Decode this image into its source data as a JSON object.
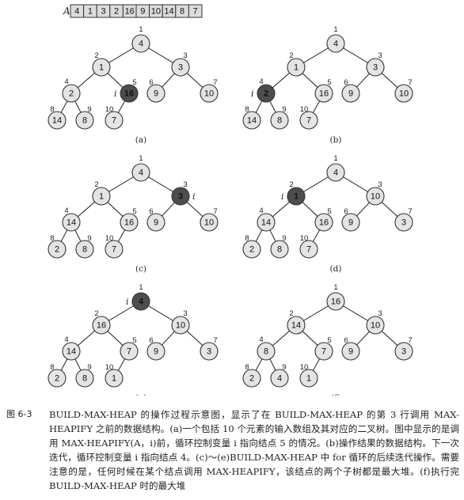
{
  "array": {
    "name": "A",
    "values": [
      "4",
      "1",
      "3",
      "2",
      "16",
      "9",
      "10",
      "14",
      "8",
      "7"
    ]
  },
  "panels": [
    {
      "label": "(a)",
      "i_node": 5,
      "keys": [
        "4",
        "1",
        "3",
        "2",
        "16",
        "9",
        "10",
        "14",
        "8",
        "7"
      ]
    },
    {
      "label": "(b)",
      "i_node": 4,
      "keys": [
        "4",
        "1",
        "3",
        "2",
        "16",
        "9",
        "10",
        "14",
        "8",
        "7"
      ]
    },
    {
      "label": "(c)",
      "i_node": 3,
      "keys": [
        "4",
        "1",
        "3",
        "14",
        "16",
        "9",
        "10",
        "2",
        "8",
        "7"
      ]
    },
    {
      "label": "(d)",
      "i_node": 2,
      "keys": [
        "4",
        "1",
        "10",
        "14",
        "16",
        "9",
        "3",
        "2",
        "8",
        "7"
      ]
    },
    {
      "label": "(e)",
      "i_node": 1,
      "keys": [
        "4",
        "16",
        "10",
        "14",
        "7",
        "9",
        "3",
        "2",
        "8",
        "1"
      ]
    },
    {
      "label": "(f)",
      "i_node": 0,
      "keys": [
        "16",
        "14",
        "10",
        "8",
        "7",
        "9",
        "3",
        "2",
        "4",
        "1"
      ]
    }
  ],
  "indices": [
    "1",
    "2",
    "3",
    "4",
    "5",
    "6",
    "7",
    "8",
    "9",
    "10"
  ],
  "i_symbol": "i",
  "caption": {
    "figure_number": "图 6-3",
    "text": "BUILD-MAX-HEAP 的操作过程示意图，显示了在 BUILD-MAX-HEAP 的第 3 行调用 MAX-HEAPIFY 之前的数据结构。(a)一个包括 10 个元素的输入数组及其对应的二叉树。图中显示的是调用 MAX-HEAPIFY(A，i)前，循环控制变量 i 指向结点 5 的情况。(b)操作结果的数据结构。下一次迭代，循环控制变量 i 指向结点 4。(c)～(e)BUILD-MAX-HEAP 中 for 循环的后续迭代操作。需要注意的是，任何时候在某个结点调用 MAX-HEAPIFY，该结点的两个子树都是最大堆。(f)执行完 BUILD-MAX-HEAP 时的最大堆"
  }
}
